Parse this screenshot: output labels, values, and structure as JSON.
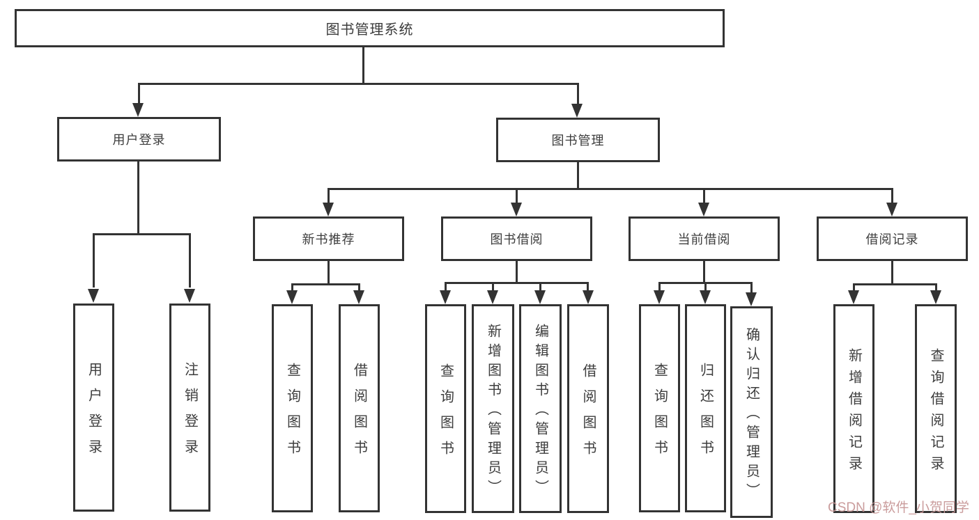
{
  "diagram": {
    "root": "图书管理系统",
    "level2": {
      "user": "用户登录",
      "book": "图书管理"
    },
    "level3": [
      "新书推荐",
      "图书借阅",
      "当前借阅",
      "借阅记录"
    ],
    "leaves": {
      "user": [
        "用户登录",
        "注销登录"
      ],
      "recommend": [
        "查询图书",
        "借阅图书"
      ],
      "borrow": [
        "查询图书",
        "新增图书（管理员）",
        "编辑图书（管理员）",
        "借阅图书"
      ],
      "current": [
        "查询图书",
        "归还图书",
        "确认归还（管理员）"
      ],
      "records": [
        "新增借阅记录",
        "查询借阅记录"
      ]
    }
  },
  "watermark": "CSDN @软件_小贺同学",
  "colors": {
    "line": "#333333",
    "text": "#3d3d3d",
    "watermark": "#c69494",
    "background": "#ffffff"
  }
}
